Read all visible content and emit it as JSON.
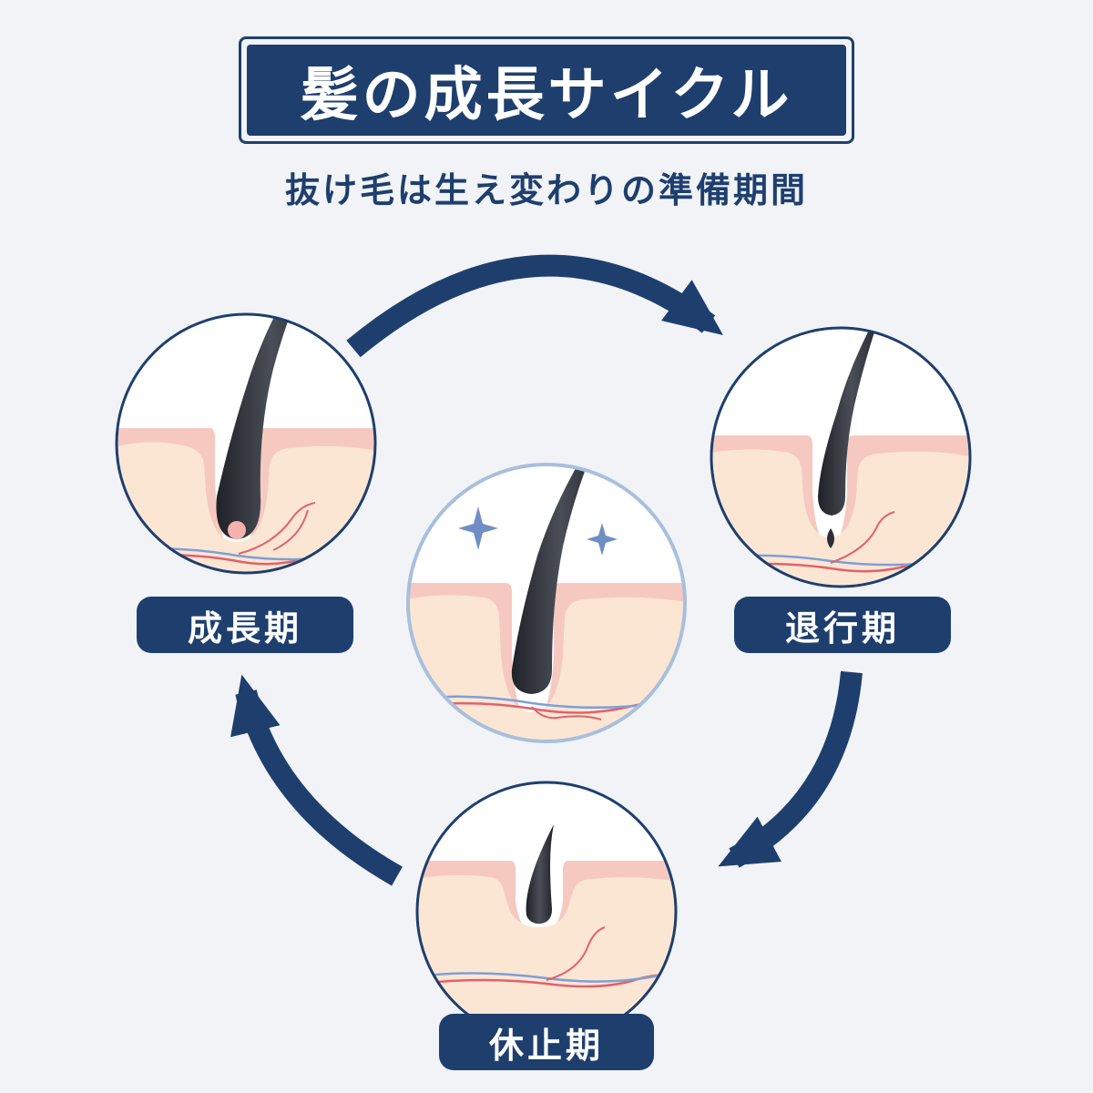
{
  "title": "髪の成長サイクル",
  "subtitle": "抜け毛は生え変わりの準備期間",
  "stages": {
    "growth": {
      "label": "成長期"
    },
    "catagen": {
      "label": "退行期"
    },
    "telogen": {
      "label": "休止期"
    }
  },
  "colors": {
    "navy": "#1e3f6e",
    "background": "#f1f3f7",
    "skin_top": "#f6c9c0",
    "skin_body": "#fbe6d4",
    "hair": "#2c2f36",
    "vessel_red": "#e2616a",
    "vessel_blue": "#7f9fd6"
  }
}
